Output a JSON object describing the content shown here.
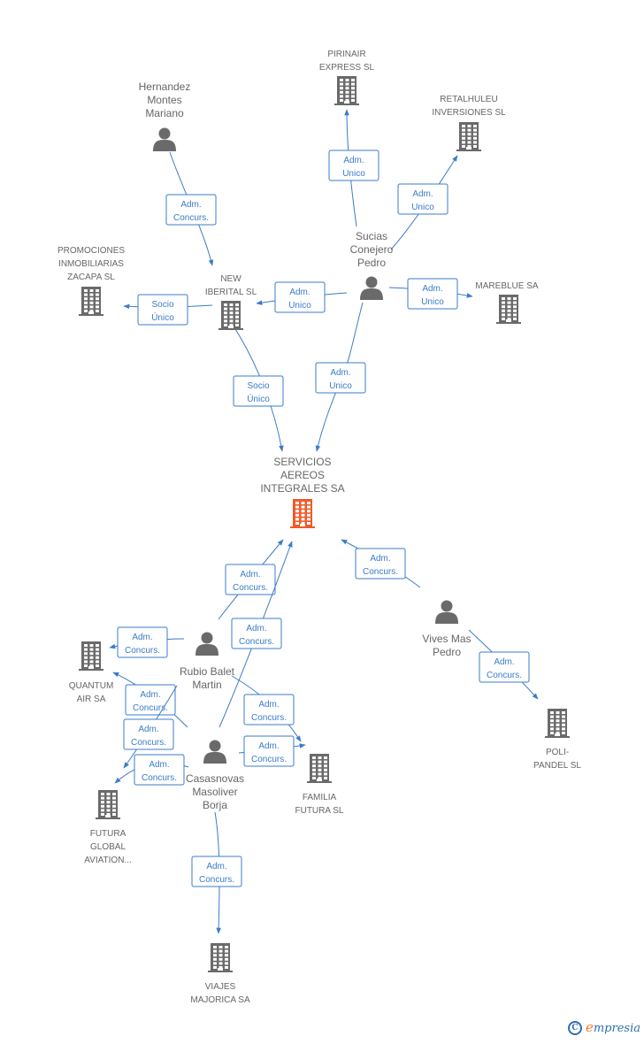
{
  "colors": {
    "edge": "#3a7cc8",
    "node": "#6a6a6a",
    "focus": "#f05a28",
    "label": "#666666"
  },
  "nodes": [
    {
      "id": "pirinair",
      "type": "company",
      "lines": [
        "PIRINAIR",
        "EXPRESS SL"
      ]
    },
    {
      "id": "hernandez",
      "type": "person",
      "lines": [
        "Hernandez",
        "Montes",
        "Mariano"
      ]
    },
    {
      "id": "retalhuleu",
      "type": "company",
      "lines": [
        "RETALHULEU",
        "INVERSIONES SL"
      ]
    },
    {
      "id": "sucias",
      "type": "person",
      "lines": [
        "Sucias",
        "Conejero",
        "Pedro"
      ]
    },
    {
      "id": "promociones",
      "type": "company",
      "lines": [
        "PROMOCIONES",
        "INMOBILIARIAS",
        "ZACAPA SL"
      ]
    },
    {
      "id": "newiberital",
      "type": "company",
      "lines": [
        "NEW",
        "IBERITAL SL"
      ]
    },
    {
      "id": "mareblue",
      "type": "company",
      "lines": [
        "MAREBLUE SA"
      ]
    },
    {
      "id": "servicios",
      "type": "focus",
      "lines": [
        "SERVICIOS",
        "AEREOS",
        "INTEGRALES SA"
      ]
    },
    {
      "id": "vives",
      "type": "person",
      "lines": [
        "Vives Mas",
        "Pedro"
      ]
    },
    {
      "id": "rubio",
      "type": "person",
      "lines": [
        "Rubio Balet",
        "Martin"
      ]
    },
    {
      "id": "quantum",
      "type": "company",
      "lines": [
        "QUANTUM",
        "AIR SA"
      ]
    },
    {
      "id": "casasnovas",
      "type": "person",
      "lines": [
        "Casasnovas",
        "Masoliver",
        "Borja"
      ]
    },
    {
      "id": "familia",
      "type": "company",
      "lines": [
        "FAMILIA",
        "FUTURA SL"
      ]
    },
    {
      "id": "futura",
      "type": "company",
      "lines": [
        "FUTURA",
        "GLOBAL",
        "AVIATION..."
      ]
    },
    {
      "id": "polipandel",
      "type": "company",
      "lines": [
        "POLI-",
        "PANDEL  SL"
      ]
    },
    {
      "id": "viajes",
      "type": "company",
      "lines": [
        "VIAJES",
        "MAJORICA SA"
      ]
    }
  ],
  "edges": [
    {
      "id": "sucias-pirinair",
      "lines": [
        "Adm.",
        "Unico"
      ]
    },
    {
      "id": "sucias-retalhuleu",
      "lines": [
        "Adm.",
        "Unico"
      ]
    },
    {
      "id": "hernandez-newiberital",
      "lines": [
        "Adm.",
        "Concurs."
      ]
    },
    {
      "id": "sucias-newiberital",
      "lines": [
        "Adm.",
        "Unico"
      ]
    },
    {
      "id": "sucias-mareblue",
      "lines": [
        "Adm.",
        "Unico"
      ]
    },
    {
      "id": "newiberital-promociones",
      "lines": [
        "Socio",
        "Único"
      ]
    },
    {
      "id": "newiberital-servicios",
      "lines": [
        "Socio",
        "Único"
      ]
    },
    {
      "id": "sucias-servicios",
      "lines": [
        "Adm.",
        "Unico"
      ]
    },
    {
      "id": "rubio-servicios",
      "lines": [
        "Adm.",
        "Concurs."
      ]
    },
    {
      "id": "casasnovas-servicios",
      "lines": [
        "Adm.",
        "Concurs."
      ]
    },
    {
      "id": "vives-servicios",
      "lines": [
        "Adm.",
        "Concurs."
      ]
    },
    {
      "id": "rubio-quantum",
      "lines": [
        "Adm.",
        "Concurs."
      ]
    },
    {
      "id": "casasnovas-quantum",
      "lines": [
        "Adm.",
        "Concurs."
      ]
    },
    {
      "id": "rubio-futura",
      "lines": [
        "Adm.",
        "Concurs."
      ]
    },
    {
      "id": "casasnovas-futura",
      "lines": [
        "Adm.",
        "Concurs."
      ]
    },
    {
      "id": "rubio-familia",
      "lines": [
        "Adm.",
        "Concurs."
      ]
    },
    {
      "id": "casasnovas-familia",
      "lines": [
        "Adm.",
        "Concurs."
      ]
    },
    {
      "id": "vives-polipandel",
      "lines": [
        "Adm.",
        "Concurs."
      ]
    },
    {
      "id": "casasnovas-viajes",
      "lines": [
        "Adm.",
        "Concurs."
      ]
    }
  ],
  "footer": {
    "copyright_symbol": "C",
    "brand_first": "e",
    "brand_rest": "mpresia"
  }
}
